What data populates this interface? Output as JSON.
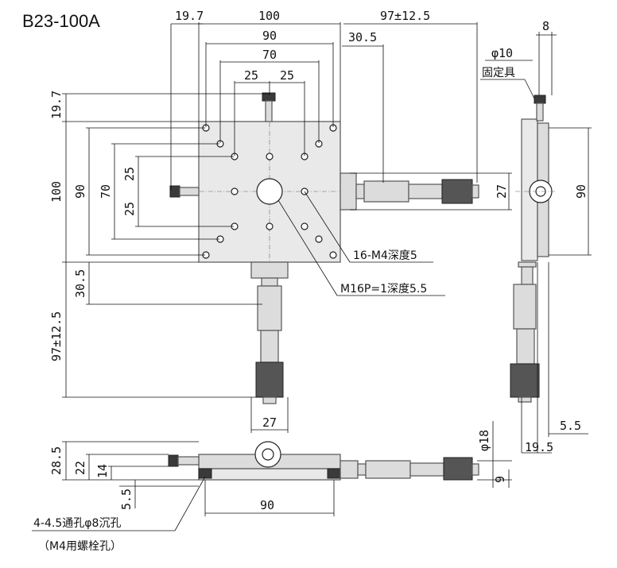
{
  "title": "B23-100A",
  "dims": {
    "d19_7_top": "19.7",
    "d100_top": "100",
    "d97_top": "97±12.5",
    "d8": "8",
    "d90_top": "90",
    "d30_5_top": "30.5",
    "d10": "φ10",
    "fixture": "固定具",
    "d70_top": "70",
    "d25a": "25",
    "d25b": "25",
    "d19_7_left": "19.7",
    "d100_left": "100",
    "d90_left": "90",
    "d70_left": "70",
    "d25_left_a": "25",
    "d25_left_b": "25",
    "d27_right": "27",
    "d90_side": "90",
    "d30_5_left": "30.5",
    "d97_left": "97±12.5",
    "d27_bottom": "27",
    "d5_5_right": "5.5",
    "d19_5": "19.5",
    "d28_5": "28.5",
    "d22": "22",
    "d14": "14",
    "d5_5_bottom": "5.5",
    "d90_bottom": "90",
    "d18": "φ18",
    "d9": "9"
  },
  "notes": {
    "tapped": "16-M4深度5",
    "center": "M16P=1深度5.5",
    "holes_line1": "4-4.5通孔φ8沉孔",
    "holes_line2": "（M4用螺栓孔）"
  }
}
